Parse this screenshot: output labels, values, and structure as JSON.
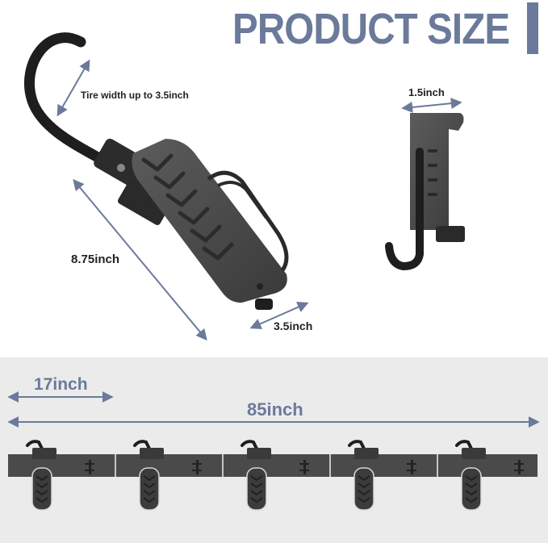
{
  "header": {
    "title": "PRODUCT SIZE",
    "accent_color": "#6b7a9a"
  },
  "dimensions": {
    "tire_width": "Tire width up to 3.5inch",
    "length": "8.75inch",
    "tray_width": "3.5inch",
    "hook_width": "1.5inch",
    "spacing": "17inch",
    "total_length": "85inch"
  },
  "colors": {
    "arrow": "#6b7a9a",
    "metal": "#4a4a4a",
    "band": "#ebebeb"
  }
}
